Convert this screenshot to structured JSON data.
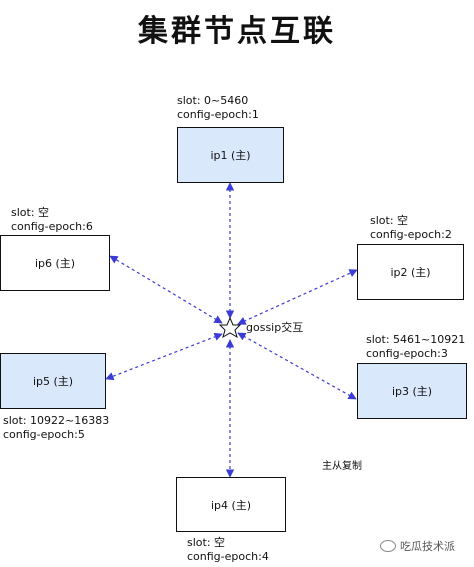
{
  "title": "集群节点互联",
  "nodes": [
    {
      "id": "ip1",
      "label": "ip1 (主)",
      "slot": "slot: 0~5460",
      "epoch": "config-epoch:1",
      "color": "#dae8fc"
    },
    {
      "id": "ip2",
      "label": "ip2 (主)",
      "slot": "slot: 空",
      "epoch": "config-epoch:2",
      "color": "#ffffff"
    },
    {
      "id": "ip3",
      "label": "ip3 (主)",
      "slot": "slot: 5461~10921",
      "epoch": "config-epoch:3",
      "color": "#dae8fc"
    },
    {
      "id": "ip4",
      "label": "ip4 (主)",
      "slot": "slot: 空",
      "epoch": "config-epoch:4",
      "color": "#ffffff"
    },
    {
      "id": "ip5",
      "label": "ip5 (主)",
      "slot": "slot: 10922~16383",
      "epoch": "config-epoch:5",
      "color": "#dae8fc"
    },
    {
      "id": "ip6",
      "label": "ip6 (主)",
      "slot": "slot: 空",
      "epoch": "config-epoch:6",
      "color": "#ffffff"
    }
  ],
  "center_label": "gossip交互",
  "replication_label": "主从复制",
  "watermark": "吃瓜技术派",
  "colors": {
    "edge": "#3b3bd6",
    "node_blue": "#dae8fc"
  }
}
